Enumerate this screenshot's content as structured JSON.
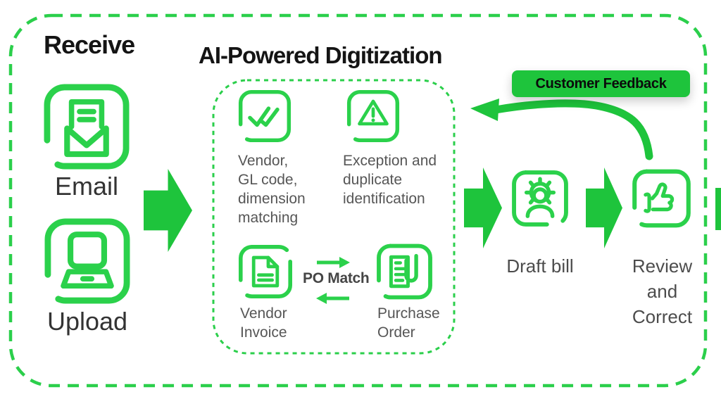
{
  "colors": {
    "accent_green": "#1ec43c",
    "icon_green": "#2bd14b",
    "title_text": "#141414",
    "label_text": "#565656"
  },
  "receive": {
    "title": "Receive",
    "items": [
      {
        "icon": "email-icon",
        "label": "Email"
      },
      {
        "icon": "laptop-upload-icon",
        "label": "Upload"
      }
    ]
  },
  "digitization": {
    "title": "AI-Powered Digitization",
    "matching_label": "Vendor,\nGL code,\ndimension\nmatching",
    "exception_label": "Exception and\nduplicate\nidentification",
    "vendor_invoice_label": "Vendor\nInvoice",
    "po_match_label": "PO Match",
    "purchase_order_label": "Purchase\nOrder"
  },
  "outputs": {
    "draft_bill_label": "Draft bill",
    "review_label": "Review\nand\nCorrect"
  },
  "feedback": {
    "badge_label": "Customer Feedback"
  },
  "icons": {
    "matching": "double-check-icon",
    "exception": "warning-triangle-icon",
    "vendor_invoice": "invoice-document-icon",
    "purchase_order": "purchase-order-paperclip-icon",
    "draft_bill": "gear-person-icon",
    "review": "thumbs-up-icon"
  }
}
